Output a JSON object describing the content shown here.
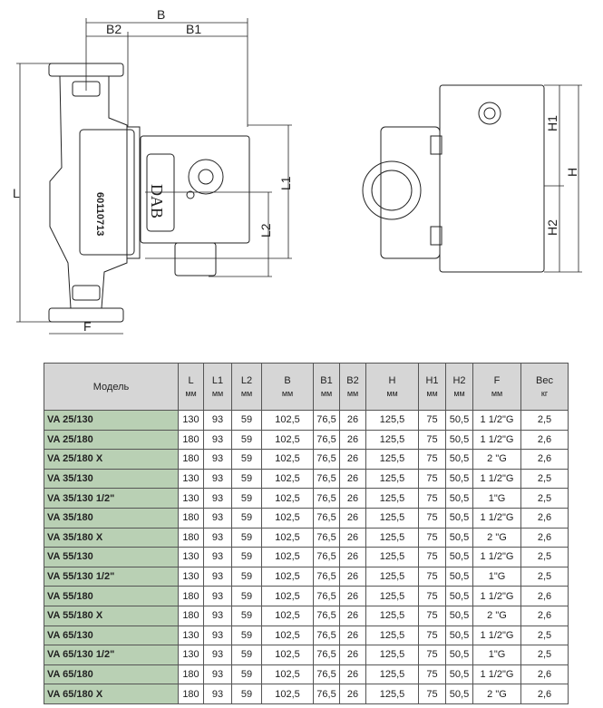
{
  "drawing": {
    "labels": {
      "B": "B",
      "B1": "B1",
      "B2": "B2",
      "L": "L",
      "L1": "L1",
      "L2": "L2",
      "F": "F",
      "H": "H",
      "H1": "H1",
      "H2": "H2"
    },
    "logo": "DAB",
    "serial": "60110713"
  },
  "table": {
    "headers": [
      {
        "name": "Модель",
        "unit": ""
      },
      {
        "name": "L",
        "unit": "мм"
      },
      {
        "name": "L1",
        "unit": "мм"
      },
      {
        "name": "L2",
        "unit": "мм"
      },
      {
        "name": "B",
        "unit": "мм"
      },
      {
        "name": "B1",
        "unit": "мм"
      },
      {
        "name": "B2",
        "unit": "мм"
      },
      {
        "name": "H",
        "unit": "мм"
      },
      {
        "name": "H1",
        "unit": "мм"
      },
      {
        "name": "H2",
        "unit": "мм"
      },
      {
        "name": "F",
        "unit": "мм"
      },
      {
        "name": "Вес",
        "unit": "кг"
      }
    ],
    "rows": [
      [
        "VA 25/130",
        "130",
        "93",
        "59",
        "102,5",
        "76,5",
        "26",
        "125,5",
        "75",
        "50,5",
        "1 1/2\"G",
        "2,5"
      ],
      [
        "VA 25/180",
        "180",
        "93",
        "59",
        "102,5",
        "76,5",
        "26",
        "125,5",
        "75",
        "50,5",
        "1 1/2\"G",
        "2,6"
      ],
      [
        "VA 25/180 X",
        "180",
        "93",
        "59",
        "102,5",
        "76,5",
        "26",
        "125,5",
        "75",
        "50,5",
        "2 \"G",
        "2,6"
      ],
      [
        "VA 35/130",
        "130",
        "93",
        "59",
        "102,5",
        "76,5",
        "26",
        "125,5",
        "75",
        "50,5",
        "1 1/2\"G",
        "2,5"
      ],
      [
        "VA 35/130 1/2\"",
        "130",
        "93",
        "59",
        "102,5",
        "76,5",
        "26",
        "125,5",
        "75",
        "50,5",
        "1\"G",
        "2,5"
      ],
      [
        "VA 35/180",
        "180",
        "93",
        "59",
        "102,5",
        "76,5",
        "26",
        "125,5",
        "75",
        "50,5",
        "1 1/2\"G",
        "2,6"
      ],
      [
        "VA 35/180 X",
        "180",
        "93",
        "59",
        "102,5",
        "76,5",
        "26",
        "125,5",
        "75",
        "50,5",
        "2 \"G",
        "2,6"
      ],
      [
        "VA 55/130",
        "130",
        "93",
        "59",
        "102,5",
        "76,5",
        "26",
        "125,5",
        "75",
        "50,5",
        "1 1/2\"G",
        "2,5"
      ],
      [
        "VA 55/130 1/2\"",
        "130",
        "93",
        "59",
        "102,5",
        "76,5",
        "26",
        "125,5",
        "75",
        "50,5",
        "1\"G",
        "2,5"
      ],
      [
        "VA 55/180",
        "180",
        "93",
        "59",
        "102,5",
        "76,5",
        "26",
        "125,5",
        "75",
        "50,5",
        "1 1/2\"G",
        "2,6"
      ],
      [
        "VA 55/180 X",
        "180",
        "93",
        "59",
        "102,5",
        "76,5",
        "26",
        "125,5",
        "75",
        "50,5",
        "2 \"G",
        "2,6"
      ],
      [
        "VA 65/130",
        "130",
        "93",
        "59",
        "102,5",
        "76,5",
        "26",
        "125,5",
        "75",
        "50,5",
        "1 1/2\"G",
        "2,5"
      ],
      [
        "VA 65/130 1/2\"",
        "130",
        "93",
        "59",
        "102,5",
        "76,5",
        "26",
        "125,5",
        "75",
        "50,5",
        "1\"G",
        "2,5"
      ],
      [
        "VA 65/180",
        "180",
        "93",
        "59",
        "102,5",
        "76,5",
        "26",
        "125,5",
        "75",
        "50,5",
        "1 1/2\"G",
        "2,6"
      ],
      [
        "VA 65/180 X",
        "180",
        "93",
        "59",
        "102,5",
        "76,5",
        "26",
        "125,5",
        "75",
        "50,5",
        "2 \"G",
        "2,6"
      ]
    ]
  }
}
